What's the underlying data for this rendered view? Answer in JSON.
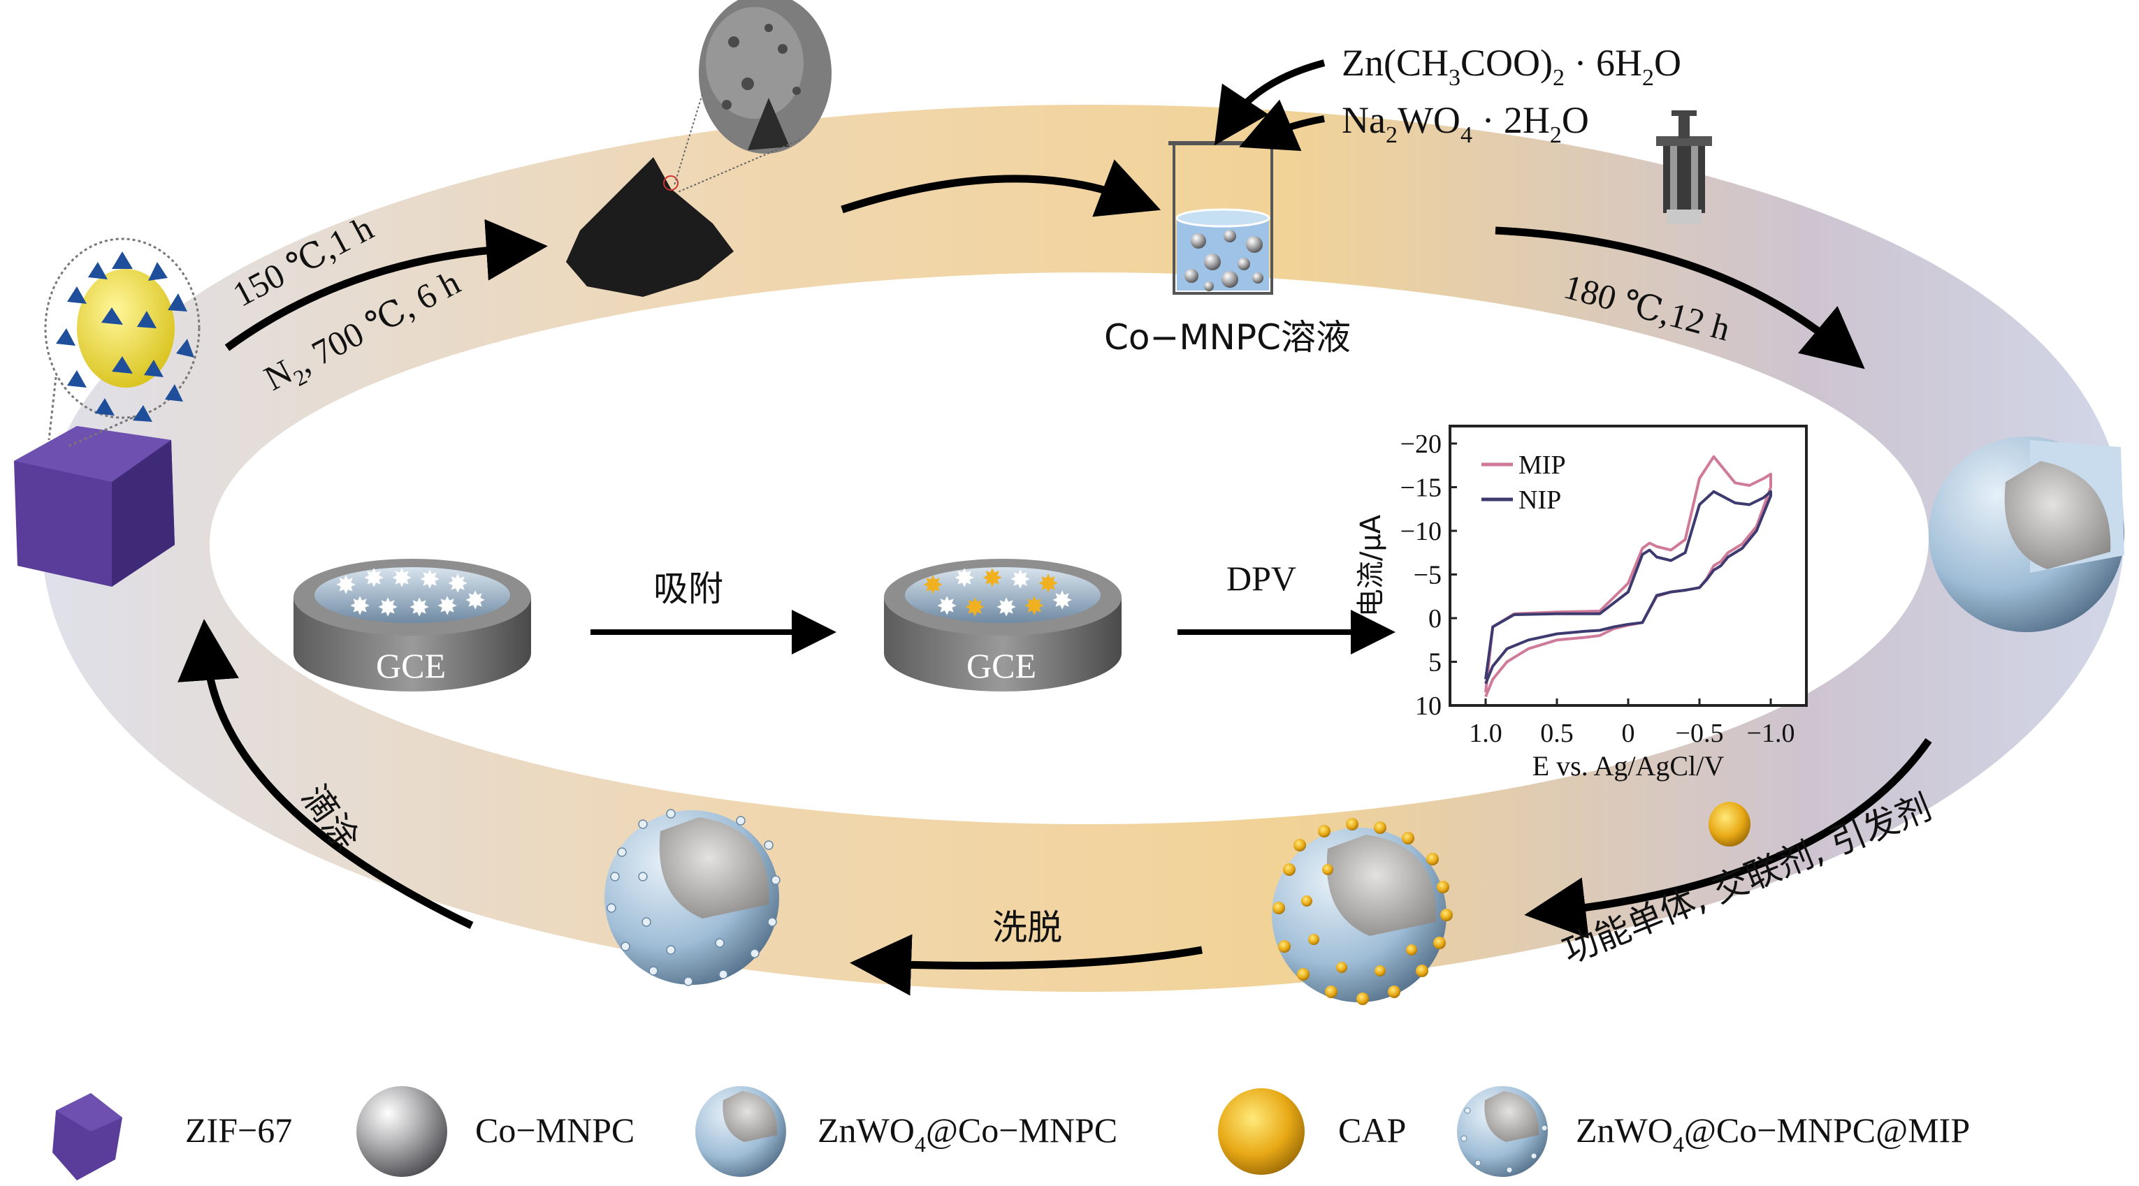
{
  "figure": {
    "top_process": {
      "step1_line1": "150 ℃,1 h",
      "step1_line2_prefix": "N",
      "step1_line2_sub": "2",
      "step1_line2_suffix": ", 700 ℃, 6 h",
      "reagent1": {
        "a": "Zn(CH",
        "s1": "3",
        "b": "COO)",
        "s2": "2",
        "c": " · 6H",
        "s3": "2",
        "d": "O"
      },
      "reagent2": {
        "a": "Na",
        "s1": "2",
        "b": "WO",
        "s2": "4",
        "c": " · 2H",
        "s3": "2",
        "d": "O"
      },
      "beaker_label": "Co−MNPC溶液",
      "step3": "180 ℃,12 h"
    },
    "bottom_process": {
      "imprint_label": "功能单体, 交联剂, 引发剂",
      "elution_label": "洗脱",
      "dropcast_label": "滴涂"
    },
    "electrode": {
      "gce1_label": "GCE",
      "gce2_label": "GCE",
      "adsorb_label": "吸附",
      "dpv_label": "DPV"
    },
    "colors": {
      "ring_warm": "#f2d9a6",
      "ring_cool": "#d9dbe8",
      "zif": "#5a3d9a",
      "cap": "#e8a916",
      "shell": "#a9c6de",
      "mip_line": "#d07a9a",
      "nip_line": "#3c3a6e"
    }
  },
  "legend": {
    "items": [
      {
        "label": "ZIF−67"
      },
      {
        "label": "Co−MNPC"
      },
      {
        "label_a": "ZnWO",
        "label_sub": "4",
        "label_b": "@Co−MNPC"
      },
      {
        "label": "CAP"
      },
      {
        "label_a": "ZnWO",
        "label_sub": "4",
        "label_b": "@Co−MNPC@MIP"
      }
    ]
  },
  "chart_data": {
    "type": "line",
    "title": "",
    "xlabel": "E vs. Ag/AgCl/V",
    "ylabel": "电流/μA",
    "xlim": [
      1.25,
      -1.25
    ],
    "ylim": [
      10,
      -22
    ],
    "x_ticks": [
      1.0,
      0.5,
      0,
      -0.5,
      -1.0
    ],
    "x_tick_labels": [
      "1.0",
      "0.5",
      "0",
      "−0.5",
      "−1.0"
    ],
    "y_ticks": [
      -20,
      -15,
      -10,
      -5,
      0,
      5,
      10
    ],
    "y_tick_labels": [
      "−20",
      "−15",
      "−10",
      "−5",
      "0",
      "5",
      "10"
    ],
    "legend_position": "top-left",
    "series": [
      {
        "name": "MIP",
        "x": [
          1.0,
          0.95,
          0.85,
          0.7,
          0.5,
          0.3,
          0.2,
          0.1,
          0.0,
          -0.1,
          -0.2,
          -0.3,
          -0.4,
          -0.5,
          -0.55,
          -0.6,
          -0.65,
          -0.7,
          -0.8,
          -0.9,
          -1.0,
          -1.0,
          -0.95,
          -0.85,
          -0.75,
          -0.6,
          -0.5,
          -0.4,
          -0.3,
          -0.2,
          -0.15,
          -0.1,
          0.0,
          0.2,
          0.5,
          0.8,
          0.95,
          1.0
        ],
        "y": [
          9.0,
          7.0,
          5.0,
          3.5,
          2.5,
          2.2,
          2.0,
          1.2,
          0.8,
          0.5,
          -2.5,
          -3.0,
          -3.2,
          -3.5,
          -4.5,
          -6.0,
          -6.5,
          -7.5,
          -8.5,
          -10.5,
          -15.0,
          -16.5,
          -16.0,
          -15.2,
          -15.5,
          -18.5,
          -16.0,
          -9.0,
          -7.8,
          -8.2,
          -8.6,
          -8.0,
          -4.0,
          -0.8,
          -0.7,
          -0.5,
          1.0,
          8.5
        ]
      },
      {
        "name": "NIP",
        "x": [
          1.0,
          0.95,
          0.85,
          0.7,
          0.5,
          0.3,
          0.2,
          0.1,
          0.0,
          -0.1,
          -0.2,
          -0.3,
          -0.4,
          -0.5,
          -0.55,
          -0.6,
          -0.65,
          -0.7,
          -0.8,
          -0.9,
          -1.0,
          -1.0,
          -0.95,
          -0.85,
          -0.75,
          -0.6,
          -0.5,
          -0.4,
          -0.3,
          -0.2,
          -0.15,
          -0.1,
          0.0,
          0.2,
          0.5,
          0.8,
          0.95,
          1.0
        ],
        "y": [
          7.5,
          5.5,
          3.5,
          2.5,
          1.8,
          1.5,
          1.4,
          1.0,
          0.7,
          0.5,
          -2.6,
          -3.0,
          -3.2,
          -3.5,
          -4.4,
          -5.5,
          -6.0,
          -7.0,
          -8.0,
          -10.0,
          -14.0,
          -14.5,
          -13.8,
          -13.0,
          -13.2,
          -14.5,
          -13.0,
          -7.5,
          -6.6,
          -7.0,
          -7.8,
          -7.3,
          -3.0,
          -0.5,
          -0.5,
          -0.4,
          1.0,
          7.0
        ]
      }
    ]
  }
}
